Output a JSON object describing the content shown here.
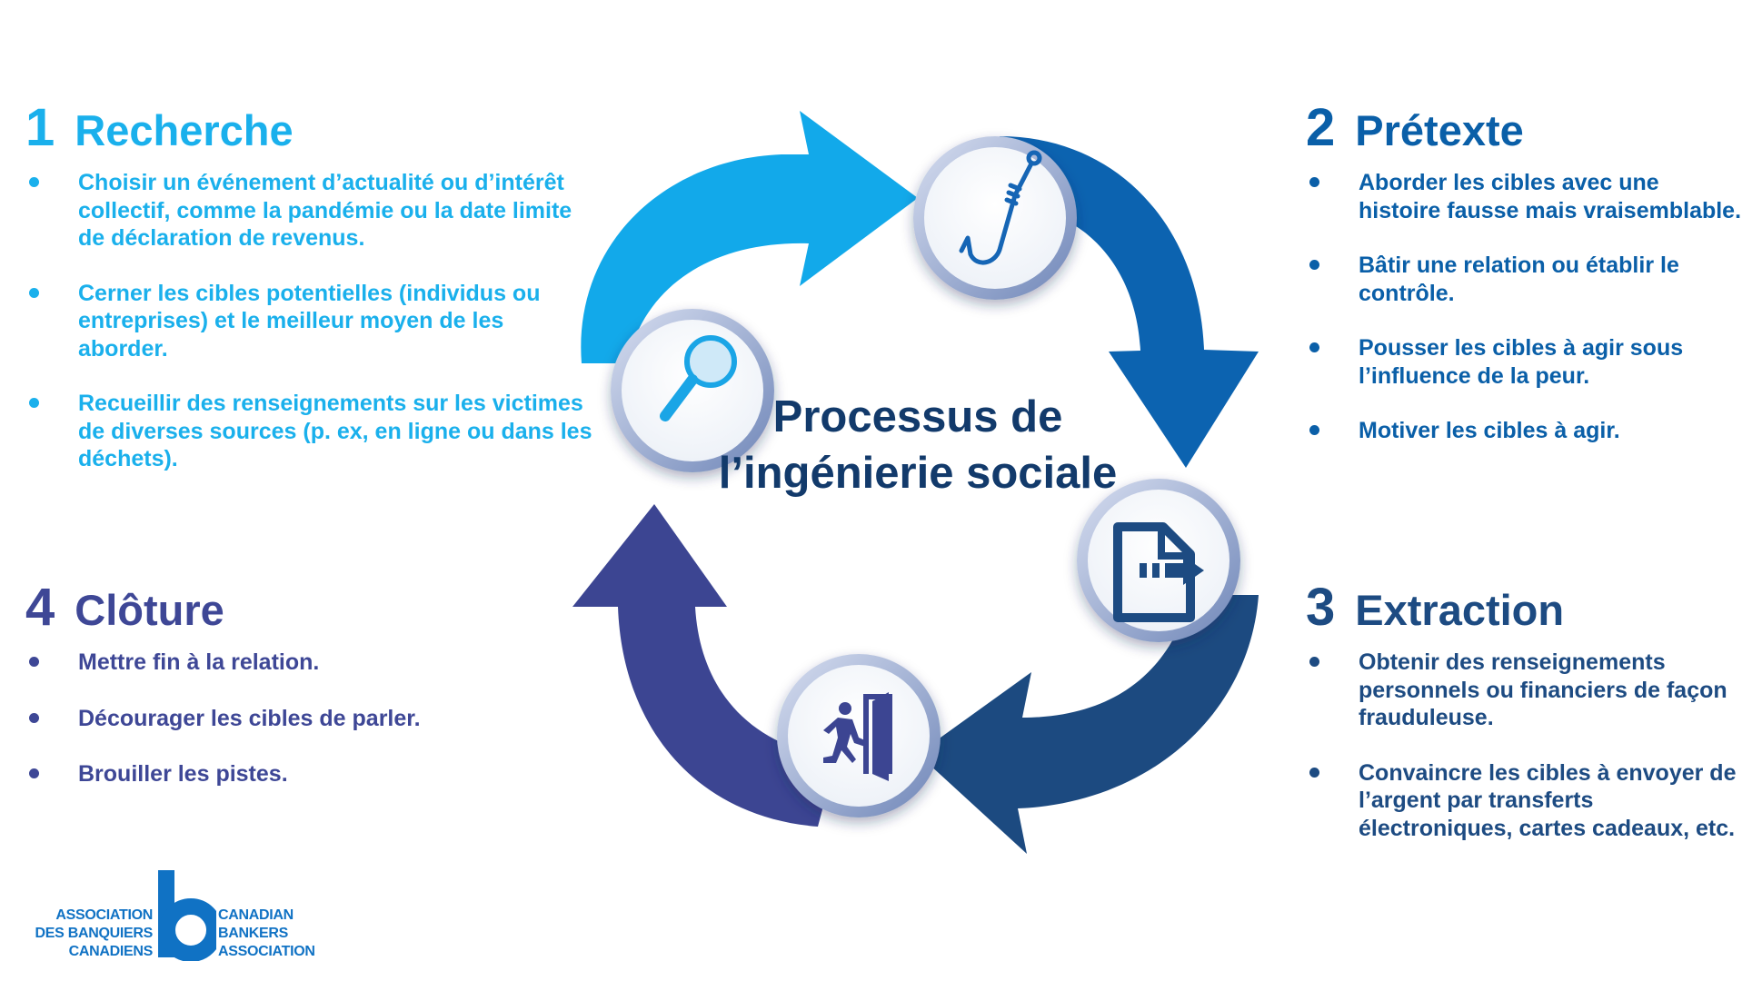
{
  "title": "Processus de l’ingénierie sociale",
  "colors": {
    "recherche": "#1ab0ec",
    "pretexte": "#0a5fa8",
    "extraction": "#1d4b82",
    "cloture": "#3e4796",
    "center_title": "#123a6b",
    "logo": "#1072c4"
  },
  "icons": {
    "recherche": "magnifier-icon",
    "pretexte": "fishhook-icon",
    "extraction": "file-export-icon",
    "cloture": "exit-door-icon"
  },
  "sections": {
    "recherche": {
      "num": "1",
      "title": "Recherche",
      "items": [
        "Choisir un événement d’actualité ou d’intérêt collectif, comme la pandémie ou la date limite de déclaration de revenus.",
        "Cerner les cibles potentielles (individus ou entreprises) et le meilleur moyen de les aborder.",
        "Recueillir des renseignements sur les victimes de diverses sources (p. ex, en ligne ou dans les déchets)."
      ]
    },
    "pretexte": {
      "num": "2",
      "title": "Prétexte",
      "items": [
        "Aborder les cibles avec une histoire fausse mais vraisemblable.",
        "Bâtir une relation ou établir le contrôle.",
        "Pousser les cibles à agir sous l’influence de la peur.",
        "Motiver les cibles à agir."
      ]
    },
    "extraction": {
      "num": "3",
      "title": "Extraction",
      "items": [
        "Obtenir des renseignements personnels ou financiers de façon frauduleuse.",
        "Convaincre les cibles à envoyer de l’argent par transferts électroniques, cartes cadeaux, etc."
      ]
    },
    "cloture": {
      "num": "4",
      "title": "Clôture",
      "items": [
        "Mettre fin à la relation.",
        "Décourager les cibles de parler.",
        "Brouiller les pistes."
      ]
    }
  },
  "logo": {
    "left": [
      "ASSOCIATION",
      "DES BANQUIERS",
      "CANADIENS"
    ],
    "right": [
      "CANADIAN",
      "BANKERS",
      "ASSOCIATION"
    ],
    "mark": "b"
  }
}
